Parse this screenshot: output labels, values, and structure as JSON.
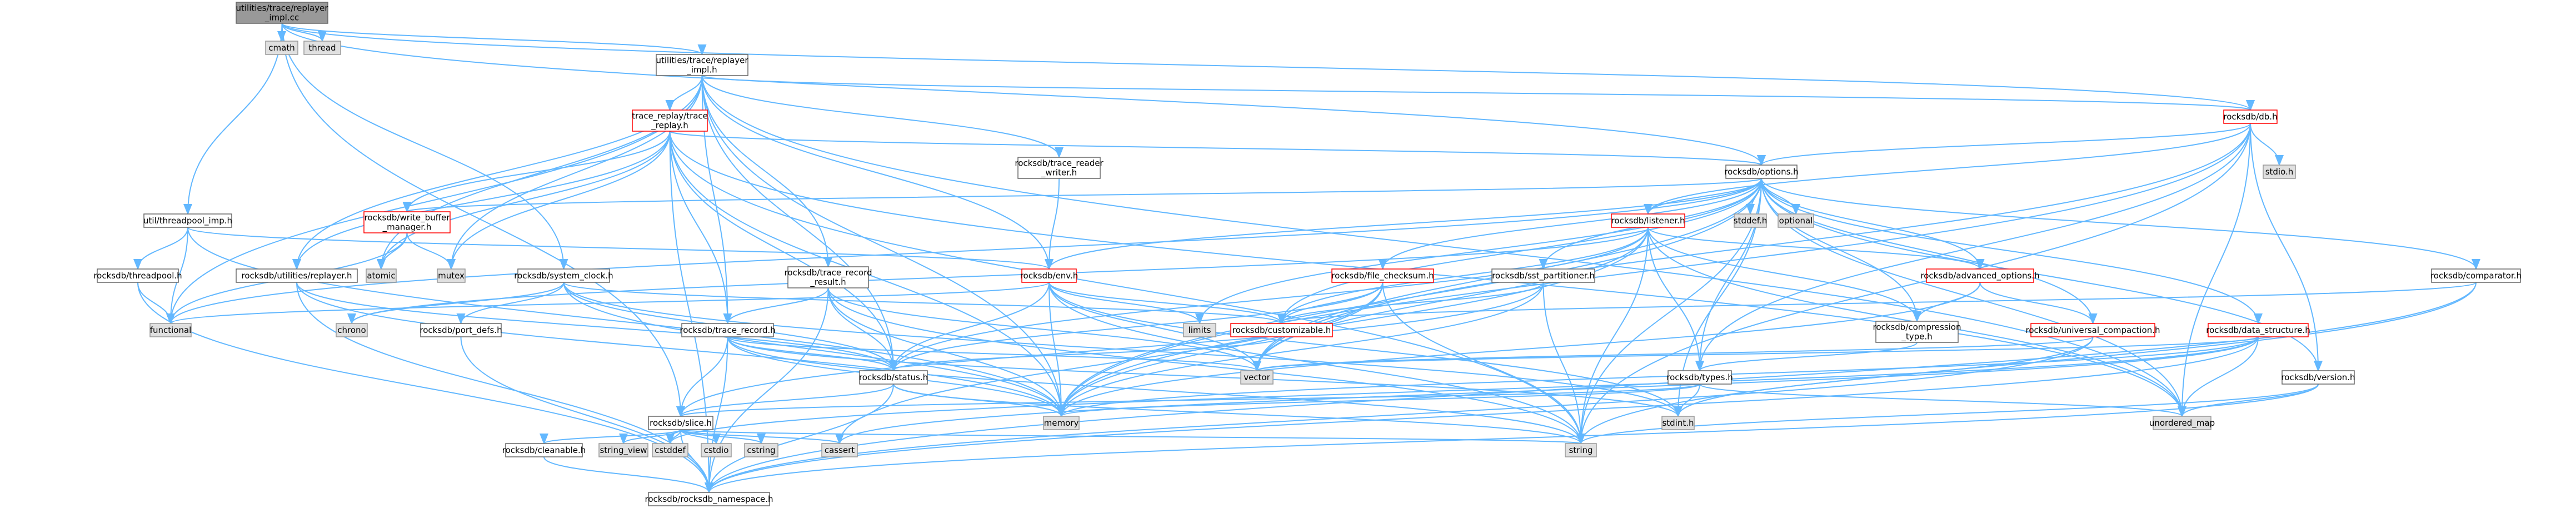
{
  "title": "utilities/trace/replayer_impl.cc",
  "colors": {
    "root_fill": "#999999",
    "file_fill": "#ffffff",
    "file_border": "#666666",
    "external_fill": "#e0e0e0",
    "external_border": "#999999",
    "truncated_border": "#ff0000",
    "edge": "#63b8ff"
  },
  "nodes": {
    "root": {
      "lines": [
        "utilities/trace/replayer",
        "_impl.cc"
      ],
      "kind": "root"
    },
    "cmath": {
      "lines": [
        "cmath"
      ],
      "kind": "external"
    },
    "thread": {
      "lines": [
        "thread"
      ],
      "kind": "external"
    },
    "replayer_impl_h": {
      "lines": [
        "utilities/trace/replayer",
        "_impl.h"
      ],
      "kind": "file"
    },
    "threadpool_imp_h": {
      "lines": [
        "util/threadpool_imp.h"
      ],
      "kind": "file"
    },
    "trace_replay_h": {
      "lines": [
        "trace_replay/trace",
        "_replay.h"
      ],
      "kind": "truncated"
    },
    "trace_reader_writer_h": {
      "lines": [
        "rocksdb/trace_reader",
        "_writer.h"
      ],
      "kind": "file"
    },
    "db_h": {
      "lines": [
        "rocksdb/db.h"
      ],
      "kind": "truncated"
    },
    "options_h": {
      "lines": [
        "rocksdb/options.h"
      ],
      "kind": "file"
    },
    "write_buffer_manager_h": {
      "lines": [
        "rocksdb/write_buffer",
        "_manager.h"
      ],
      "kind": "truncated"
    },
    "threadpool_h": {
      "lines": [
        "rocksdb/threadpool.h"
      ],
      "kind": "file"
    },
    "utilities_replayer_h": {
      "lines": [
        "rocksdb/utilities/replayer.h"
      ],
      "kind": "file"
    },
    "atomic": {
      "lines": [
        "atomic"
      ],
      "kind": "external"
    },
    "mutex": {
      "lines": [
        "mutex"
      ],
      "kind": "external"
    },
    "system_clock_h": {
      "lines": [
        "rocksdb/system_clock.h"
      ],
      "kind": "file"
    },
    "trace_record_result_h": {
      "lines": [
        "rocksdb/trace_record",
        "_result.h"
      ],
      "kind": "file"
    },
    "env_h": {
      "lines": [
        "rocksdb/env.h"
      ],
      "kind": "truncated"
    },
    "file_checksum_h": {
      "lines": [
        "rocksdb/file_checksum.h"
      ],
      "kind": "truncated"
    },
    "sst_partitioner_h": {
      "lines": [
        "rocksdb/sst_partitioner.h"
      ],
      "kind": "file"
    },
    "listener_h": {
      "lines": [
        "rocksdb/listener.h"
      ],
      "kind": "truncated"
    },
    "stddef_h": {
      "lines": [
        "stddef.h"
      ],
      "kind": "external"
    },
    "optional": {
      "lines": [
        "optional"
      ],
      "kind": "external"
    },
    "stdio_h": {
      "lines": [
        "stdio.h"
      ],
      "kind": "external"
    },
    "advanced_options_h": {
      "lines": [
        "rocksdb/advanced_options.h"
      ],
      "kind": "truncated"
    },
    "comparator_h": {
      "lines": [
        "rocksdb/comparator.h"
      ],
      "kind": "file"
    },
    "functional": {
      "lines": [
        "functional"
      ],
      "kind": "external"
    },
    "chrono": {
      "lines": [
        "chrono"
      ],
      "kind": "external"
    },
    "port_defs_h": {
      "lines": [
        "rocksdb/port_defs.h"
      ],
      "kind": "file"
    },
    "trace_record_h": {
      "lines": [
        "rocksdb/trace_record.h"
      ],
      "kind": "file"
    },
    "limits": {
      "lines": [
        "limits"
      ],
      "kind": "external"
    },
    "customizable_h": {
      "lines": [
        "rocksdb/customizable.h"
      ],
      "kind": "truncated"
    },
    "compression_type_h": {
      "lines": [
        "rocksdb/compression",
        "_type.h"
      ],
      "kind": "file"
    },
    "universal_compaction_h": {
      "lines": [
        "rocksdb/universal_compaction.h"
      ],
      "kind": "truncated"
    },
    "data_structure_h": {
      "lines": [
        "rocksdb/data_structure.h"
      ],
      "kind": "truncated"
    },
    "status_h": {
      "lines": [
        "rocksdb/status.h"
      ],
      "kind": "file"
    },
    "vector": {
      "lines": [
        "vector"
      ],
      "kind": "external"
    },
    "types_h": {
      "lines": [
        "rocksdb/types.h"
      ],
      "kind": "file"
    },
    "version_h": {
      "lines": [
        "rocksdb/version.h"
      ],
      "kind": "file"
    },
    "memory": {
      "lines": [
        "memory"
      ],
      "kind": "external"
    },
    "stdint_h": {
      "lines": [
        "stdint.h"
      ],
      "kind": "external"
    },
    "unordered_map": {
      "lines": [
        "unordered_map"
      ],
      "kind": "external"
    },
    "slice_h": {
      "lines": [
        "rocksdb/slice.h"
      ],
      "kind": "file"
    },
    "string": {
      "lines": [
        "string"
      ],
      "kind": "external"
    },
    "cleanable_h": {
      "lines": [
        "rocksdb/cleanable.h"
      ],
      "kind": "file"
    },
    "string_view": {
      "lines": [
        "string_view"
      ],
      "kind": "external"
    },
    "cstddef": {
      "lines": [
        "cstddef"
      ],
      "kind": "external"
    },
    "cstdio": {
      "lines": [
        "cstdio"
      ],
      "kind": "external"
    },
    "cstring": {
      "lines": [
        "cstring"
      ],
      "kind": "external"
    },
    "cassert": {
      "lines": [
        "cassert"
      ],
      "kind": "external"
    },
    "namespace_h": {
      "lines": [
        "rocksdb/rocksdb_namespace.h"
      ],
      "kind": "file"
    }
  },
  "edges": [
    [
      "root",
      "cmath"
    ],
    [
      "root",
      "thread"
    ],
    [
      "root",
      "replayer_impl_h"
    ],
    [
      "root",
      "threadpool_imp_h"
    ],
    [
      "root",
      "system_clock_h"
    ],
    [
      "root",
      "options_h"
    ],
    [
      "root",
      "db_h"
    ],
    [
      "root",
      "slice_h"
    ],
    [
      "replayer_impl_h",
      "trace_replay_h"
    ],
    [
      "replayer_impl_h",
      "trace_reader_writer_h"
    ],
    [
      "replayer_impl_h",
      "db_h"
    ],
    [
      "replayer_impl_h",
      "env_h"
    ],
    [
      "replayer_impl_h",
      "status_h"
    ],
    [
      "replayer_impl_h",
      "trace_record_h"
    ],
    [
      "replayer_impl_h",
      "trace_record_result_h"
    ],
    [
      "replayer_impl_h",
      "utilities_replayer_h"
    ],
    [
      "replayer_impl_h",
      "atomic"
    ],
    [
      "replayer_impl_h",
      "mutex"
    ],
    [
      "replayer_impl_h",
      "functional"
    ],
    [
      "replayer_impl_h",
      "memory"
    ],
    [
      "replayer_impl_h",
      "unordered_map"
    ],
    [
      "threadpool_imp_h",
      "threadpool_h"
    ],
    [
      "threadpool_imp_h",
      "env_h"
    ],
    [
      "threadpool_imp_h",
      "functional"
    ],
    [
      "threadpool_imp_h",
      "memory"
    ],
    [
      "threadpool_h",
      "functional"
    ],
    [
      "threadpool_h",
      "namespace_h"
    ],
    [
      "trace_replay_h",
      "options_h"
    ],
    [
      "trace_replay_h",
      "status_h"
    ],
    [
      "trace_replay_h",
      "trace_record_h"
    ],
    [
      "trace_replay_h",
      "utilities_replayer_h"
    ],
    [
      "trace_replay_h",
      "write_buffer_manager_h"
    ],
    [
      "trace_replay_h",
      "atomic"
    ],
    [
      "trace_replay_h",
      "mutex"
    ],
    [
      "trace_replay_h",
      "memory"
    ],
    [
      "trace_replay_h",
      "unordered_map"
    ],
    [
      "trace_replay_h",
      "string"
    ],
    [
      "trace_replay_h",
      "namespace_h"
    ],
    [
      "trace_reader_writer_h",
      "env_h"
    ],
    [
      "db_h",
      "options_h"
    ],
    [
      "db_h",
      "listener_h"
    ],
    [
      "db_h",
      "version_h"
    ],
    [
      "db_h",
      "types_h"
    ],
    [
      "db_h",
      "stdio_h"
    ],
    [
      "db_h",
      "memory"
    ],
    [
      "db_h",
      "string"
    ],
    [
      "db_h",
      "unordered_map"
    ],
    [
      "db_h",
      "vector"
    ],
    [
      "options_h",
      "stddef_h"
    ],
    [
      "options_h",
      "optional"
    ],
    [
      "options_h",
      "advanced_options_h"
    ],
    [
      "options_h",
      "comparator_h"
    ],
    [
      "options_h",
      "compression_type_h"
    ],
    [
      "options_h",
      "customizable_h"
    ],
    [
      "options_h",
      "data_structure_h"
    ],
    [
      "options_h",
      "env_h"
    ],
    [
      "options_h",
      "file_checksum_h"
    ],
    [
      "options_h",
      "listener_h"
    ],
    [
      "options_h",
      "sst_partitioner_h"
    ],
    [
      "options_h",
      "types_h"
    ],
    [
      "options_h",
      "universal_compaction_h"
    ],
    [
      "options_h",
      "version_h"
    ],
    [
      "options_h",
      "write_buffer_manager_h"
    ],
    [
      "options_h",
      "limits"
    ],
    [
      "options_h",
      "memory"
    ],
    [
      "options_h",
      "string"
    ],
    [
      "options_h",
      "unordered_map"
    ],
    [
      "options_h",
      "vector"
    ],
    [
      "options_h",
      "stdint_h"
    ],
    [
      "options_h",
      "functional"
    ],
    [
      "write_buffer_manager_h",
      "atomic"
    ],
    [
      "write_buffer_manager_h",
      "mutex"
    ],
    [
      "write_buffer_manager_h",
      "functional"
    ],
    [
      "utilities_replayer_h",
      "status_h"
    ],
    [
      "utilities_replayer_h",
      "memory"
    ],
    [
      "utilities_replayer_h",
      "namespace_h"
    ],
    [
      "utilities_replayer_h",
      "cstdint_h"
    ],
    [
      "system_clock_h",
      "chrono"
    ],
    [
      "system_clock_h",
      "port_defs_h"
    ],
    [
      "system_clock_h",
      "customizable_h"
    ],
    [
      "system_clock_h",
      "status_h"
    ],
    [
      "system_clock_h",
      "memory"
    ],
    [
      "system_clock_h",
      "stdint_h"
    ],
    [
      "trace_record_result_h",
      "trace_record_h"
    ],
    [
      "trace_record_result_h",
      "status_h"
    ],
    [
      "trace_record_result_h",
      "memory"
    ],
    [
      "trace_record_result_h",
      "string"
    ],
    [
      "trace_record_result_h",
      "vector"
    ],
    [
      "trace_record_result_h",
      "namespace_h"
    ],
    [
      "env_h",
      "customizable_h"
    ],
    [
      "env_h",
      "functional"
    ],
    [
      "env_h",
      "limits"
    ],
    [
      "env_h",
      "memory"
    ],
    [
      "env_h",
      "status_h"
    ],
    [
      "env_h",
      "string"
    ],
    [
      "env_h",
      "vector"
    ],
    [
      "env_h",
      "stdint_h"
    ],
    [
      "env_h",
      "cstdio_h"
    ],
    [
      "env_h",
      "thread_status_h"
    ],
    [
      "file_checksum_h",
      "customizable_h"
    ],
    [
      "file_checksum_h",
      "status_h"
    ],
    [
      "file_checksum_h",
      "memory"
    ],
    [
      "file_checksum_h",
      "string"
    ],
    [
      "file_checksum_h",
      "vector"
    ],
    [
      "file_checksum_h",
      "cassert"
    ],
    [
      "sst_partitioner_h",
      "customizable_h"
    ],
    [
      "sst_partitioner_h",
      "slice_h"
    ],
    [
      "sst_partitioner_h",
      "memory"
    ],
    [
      "sst_partitioner_h",
      "string"
    ],
    [
      "listener_h",
      "advanced_options_h"
    ],
    [
      "listener_h",
      "compression_type_h"
    ],
    [
      "listener_h",
      "customizable_h"
    ],
    [
      "listener_h",
      "status_h"
    ],
    [
      "listener_h",
      "types_h"
    ],
    [
      "listener_h",
      "memory"
    ],
    [
      "listener_h",
      "string"
    ],
    [
      "listener_h",
      "unordered_map"
    ],
    [
      "listener_h",
      "vector"
    ],
    [
      "listener_h",
      "chrono"
    ],
    [
      "advanced_options_h",
      "compression_type_h"
    ],
    [
      "advanced_options_h",
      "universal_compaction_h"
    ],
    [
      "advanced_options_h",
      "memory"
    ],
    [
      "comparator_h",
      "customizable_h"
    ],
    [
      "comparator_h",
      "string"
    ],
    [
      "comparator_h",
      "namespace_h"
    ],
    [
      "port_defs_h",
      "namespace_h"
    ],
    [
      "trace_record_h",
      "slice_h"
    ],
    [
      "trace_record_h",
      "status_h"
    ],
    [
      "trace_record_h",
      "memory"
    ],
    [
      "trace_record_h",
      "string"
    ],
    [
      "trace_record_h",
      "vector"
    ],
    [
      "trace_record_h",
      "namespace_h"
    ],
    [
      "trace_record_h",
      "stdint_h"
    ],
    [
      "customizable_h",
      "status_h"
    ],
    [
      "compression_type_h",
      "types_h"
    ],
    [
      "universal_compaction_h",
      "stdint_h"
    ],
    [
      "universal_compaction_h",
      "vector"
    ],
    [
      "universal_compaction_h",
      "namespace_h"
    ],
    [
      "data_structure_h",
      "memory"
    ],
    [
      "data_structure_h",
      "vector"
    ],
    [
      "data_structure_h",
      "cassert"
    ],
    [
      "data_structure_h",
      "cstddef"
    ],
    [
      "data_structure_h",
      "unordered_map"
    ],
    [
      "data_structure_h",
      "namespace_h"
    ],
    [
      "status_h",
      "slice_h"
    ],
    [
      "status_h",
      "memory"
    ],
    [
      "status_h",
      "string"
    ],
    [
      "status_h",
      "namespace_h"
    ],
    [
      "types_h",
      "slice_h"
    ],
    [
      "types_h",
      "stdint_h"
    ],
    [
      "types_h",
      "unordered_map"
    ],
    [
      "types_h",
      "memory"
    ],
    [
      "version_h",
      "string"
    ],
    [
      "version_h",
      "unordered_map"
    ],
    [
      "version_h",
      "namespace_h"
    ],
    [
      "slice_h",
      "cleanable_h"
    ],
    [
      "slice_h",
      "string_view"
    ],
    [
      "slice_h",
      "cstddef"
    ],
    [
      "slice_h",
      "cstdio"
    ],
    [
      "slice_h",
      "cstring"
    ],
    [
      "slice_h",
      "cassert"
    ],
    [
      "slice_h",
      "string"
    ],
    [
      "slice_h",
      "namespace_h"
    ],
    [
      "cleanable_h",
      "namespace_h"
    ]
  ]
}
